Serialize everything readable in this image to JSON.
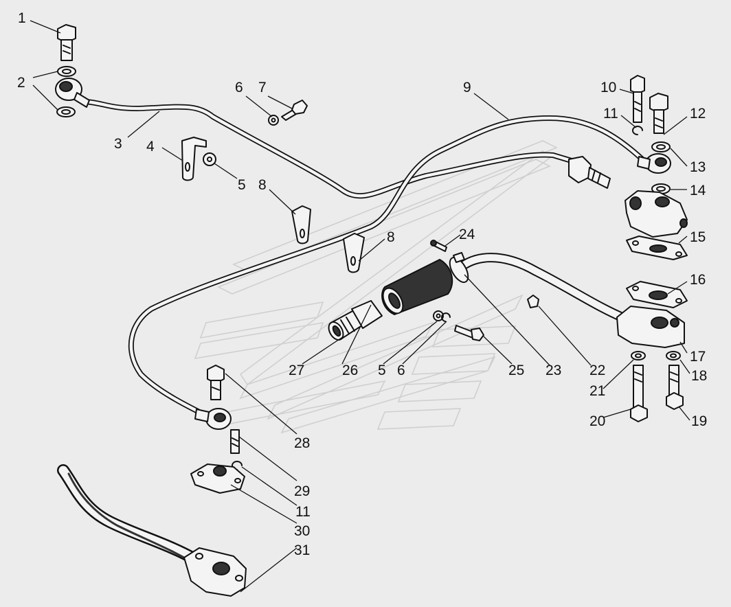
{
  "callouts": [
    {
      "id": "1",
      "text": "1"
    },
    {
      "id": "2",
      "text": "2"
    },
    {
      "id": "3",
      "text": "3"
    },
    {
      "id": "4",
      "text": "4"
    },
    {
      "id": "5a",
      "text": "5"
    },
    {
      "id": "6a",
      "text": "6"
    },
    {
      "id": "7",
      "text": "7"
    },
    {
      "id": "8a",
      "text": "8"
    },
    {
      "id": "8b",
      "text": "8"
    },
    {
      "id": "9",
      "text": "9"
    },
    {
      "id": "10",
      "text": "10"
    },
    {
      "id": "11a",
      "text": "11"
    },
    {
      "id": "12",
      "text": "12"
    },
    {
      "id": "13",
      "text": "13"
    },
    {
      "id": "14",
      "text": "14"
    },
    {
      "id": "15",
      "text": "15"
    },
    {
      "id": "16",
      "text": "16"
    },
    {
      "id": "17",
      "text": "17"
    },
    {
      "id": "18",
      "text": "18"
    },
    {
      "id": "19",
      "text": "19"
    },
    {
      "id": "20",
      "text": "20"
    },
    {
      "id": "21",
      "text": "21"
    },
    {
      "id": "22",
      "text": "22"
    },
    {
      "id": "23",
      "text": "23"
    },
    {
      "id": "24",
      "text": "24"
    },
    {
      "id": "25",
      "text": "25"
    },
    {
      "id": "26",
      "text": "26"
    },
    {
      "id": "27",
      "text": "27"
    },
    {
      "id": "5b",
      "text": "5"
    },
    {
      "id": "6b",
      "text": "6"
    },
    {
      "id": "28",
      "text": "28"
    },
    {
      "id": "29",
      "text": "29"
    },
    {
      "id": "11b",
      "text": "11"
    },
    {
      "id": "30",
      "text": "30"
    },
    {
      "id": "31",
      "text": "31"
    }
  ]
}
